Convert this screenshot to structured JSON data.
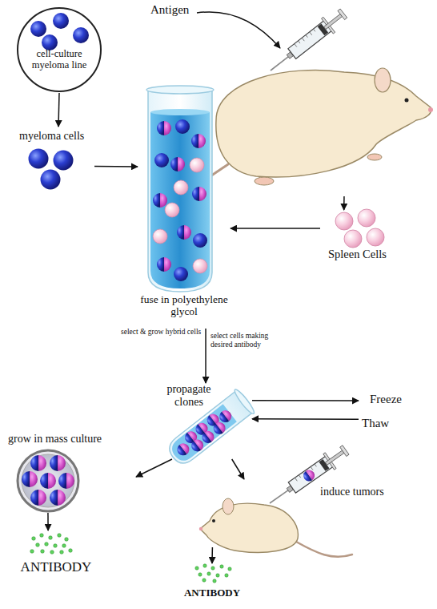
{
  "diagram": {
    "nodes": [
      {
        "text": [
          "cell-culture myeloma line"
        ]
      },
      {
        "text": [
          "myeloma cells"
        ]
      },
      {
        "text": [
          "Antigen"
        ]
      },
      {
        "text": [
          "Spleen Cells"
        ]
      },
      {
        "text": [
          "fuse in polyethylene glycol"
        ]
      },
      {
        "text": [
          "propagate clones"
        ]
      },
      {
        "text": [
          "Freeze",
          "Thaw"
        ]
      },
      {
        "text": [
          "grow in mass culture"
        ]
      },
      {
        "text": [
          "induce tumors"
        ]
      },
      {
        "text": [
          "ANTIBODY"
        ]
      },
      {
        "text": [
          "ANTIBODY"
        ]
      }
    ],
    "edges": [
      {
        "from": 0,
        "to": 1,
        "arrow": "to"
      },
      {
        "from": 1,
        "to": 4,
        "arrow": "to"
      },
      {
        "from": 2,
        "to": 3,
        "arrow": "to"
      },
      {
        "from": 3,
        "to": 4,
        "arrow": "to"
      },
      {
        "from": 4,
        "to": 5,
        "arrow": "to",
        "label": "select & grow hybrid cells"
      },
      {
        "from": 5,
        "to": 6,
        "arrow": "to"
      },
      {
        "from": 6,
        "to": 5,
        "arrow": "to"
      },
      {
        "from": 5,
        "to": 7,
        "arrow": "to"
      },
      {
        "from": 5,
        "to": 8,
        "arrow": "to"
      },
      {
        "from": 7,
        "to": 9,
        "arrow": "to"
      },
      {
        "from": 8,
        "to": 10,
        "arrow": "to"
      }
    ],
    "labels": [
      "select cells making desired antibody"
    ]
  }
}
